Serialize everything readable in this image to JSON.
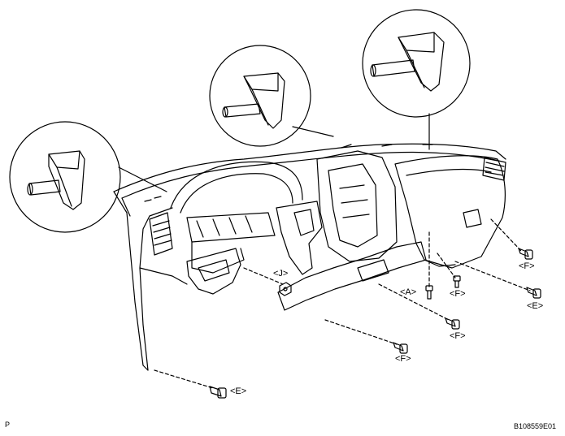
{
  "callouts": [
    {
      "id": "E_left",
      "text": "<E>"
    },
    {
      "id": "J",
      "text": "<J>"
    },
    {
      "id": "F_mid",
      "text": "<F>"
    },
    {
      "id": "F_lower",
      "text": "<F>"
    },
    {
      "id": "A",
      "text": "<A>"
    },
    {
      "id": "F_small",
      "text": "<F>"
    },
    {
      "id": "F_right",
      "text": "<F>"
    },
    {
      "id": "E_right",
      "text": "<E>"
    }
  ],
  "page_marker": "P",
  "figure_code": "B108559E01",
  "icons": [
    "clip-detail-bubble",
    "bolt-icon",
    "nut-icon",
    "screw-icon"
  ]
}
